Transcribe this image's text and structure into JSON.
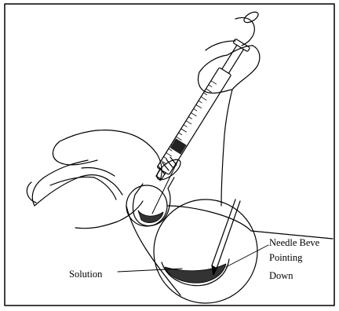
{
  "labels": {
    "solution": "Solution",
    "bevel_line1": "Needle Beve",
    "bevel_line2": "Pointing",
    "bevel_line3": "Down"
  },
  "colors": {
    "line": "#000000",
    "background": "#ffffff",
    "solution_fill": "#333333"
  }
}
